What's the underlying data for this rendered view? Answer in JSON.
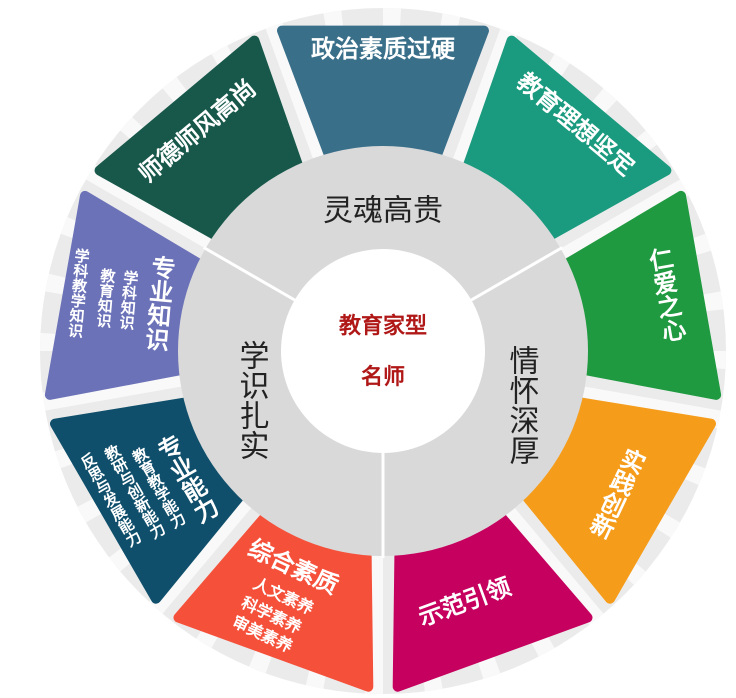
{
  "center": {
    "line1": "教育家型",
    "line2": "名师"
  },
  "pillars": [
    {
      "label": "灵魂高贵"
    },
    {
      "label": "学识扎实"
    },
    {
      "label": "情怀深厚"
    }
  ],
  "segments": [
    {
      "title": "政治素质过硬",
      "color": "#3a6f8a"
    },
    {
      "title": "教育理想坚定",
      "color": "#1a9a7e"
    },
    {
      "title": "仁爱之心",
      "color": "#1f9a40"
    },
    {
      "title": "实践创新",
      "color": "#f59c1a"
    },
    {
      "title": "示范引领",
      "color": "#c6005e"
    },
    {
      "title": "综合素质",
      "color": "#f5503a",
      "sub": [
        "人文素养",
        "科学素养",
        "审美素养"
      ]
    },
    {
      "title": "专业能力",
      "color": "#0f4f6b",
      "sub": [
        "教育教学能力",
        "教研与创新能力",
        "反思与发展能力"
      ]
    },
    {
      "title": "专业知识",
      "color": "#6b72b8",
      "sub": [
        "学科知识",
        "教育知识",
        "学科教学知识"
      ]
    },
    {
      "title": "师德师风高尚",
      "color": "#17584a"
    }
  ],
  "colors": {
    "ring": "#ebebeb",
    "inner": "#d9d9d9",
    "center": "#ffffff",
    "accent": "#b01818"
  }
}
